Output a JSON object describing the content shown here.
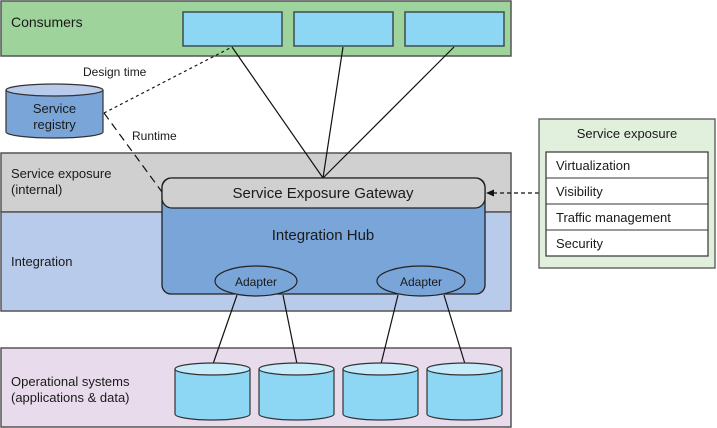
{
  "layers": {
    "consumers": {
      "label": "Consumers",
      "fill": "#9fd39c"
    },
    "service_exposure_internal": {
      "label_line1": "Service exposure",
      "label_line2": "(internal)",
      "fill": "#d0d0d0"
    },
    "integration": {
      "label": "Integration",
      "fill": "#b8cbea"
    },
    "operational": {
      "label_line1": "Operational systems",
      "label_line2": "(applications & data)",
      "fill": "#e8dcec"
    }
  },
  "consumer_boxes": [
    {
      "id": "consumer-1"
    },
    {
      "id": "consumer-2"
    },
    {
      "id": "consumer-3"
    }
  ],
  "registry": {
    "label_line1": "Service",
    "label_line2": "registry",
    "fill": "#7aa5d8",
    "top_fill": "#b8cbea"
  },
  "connections": {
    "design_time": "Design time",
    "runtime": "Runtime"
  },
  "gateway": {
    "label": "Service Exposure Gateway",
    "fill": "#d0d0d0"
  },
  "hub": {
    "label": "Integration Hub",
    "fill": "#7aa5d8",
    "adapters": [
      {
        "label": "Adapter"
      },
      {
        "label": "Adapter"
      }
    ]
  },
  "data_stores": [
    {
      "id": "store-1"
    },
    {
      "id": "store-2"
    },
    {
      "id": "store-3"
    },
    {
      "id": "store-4"
    }
  ],
  "service_exposure_panel": {
    "title": "Service exposure",
    "fill": "#e1efdd",
    "items": [
      "Virtualization",
      "Visibility",
      "Traffic management",
      "Security"
    ]
  },
  "colors": {
    "consumer_box": "#8dd7f5",
    "cylinder_body": "#8dd7f5",
    "cylinder_top": "#c6ebfa",
    "stroke": "#333333"
  }
}
